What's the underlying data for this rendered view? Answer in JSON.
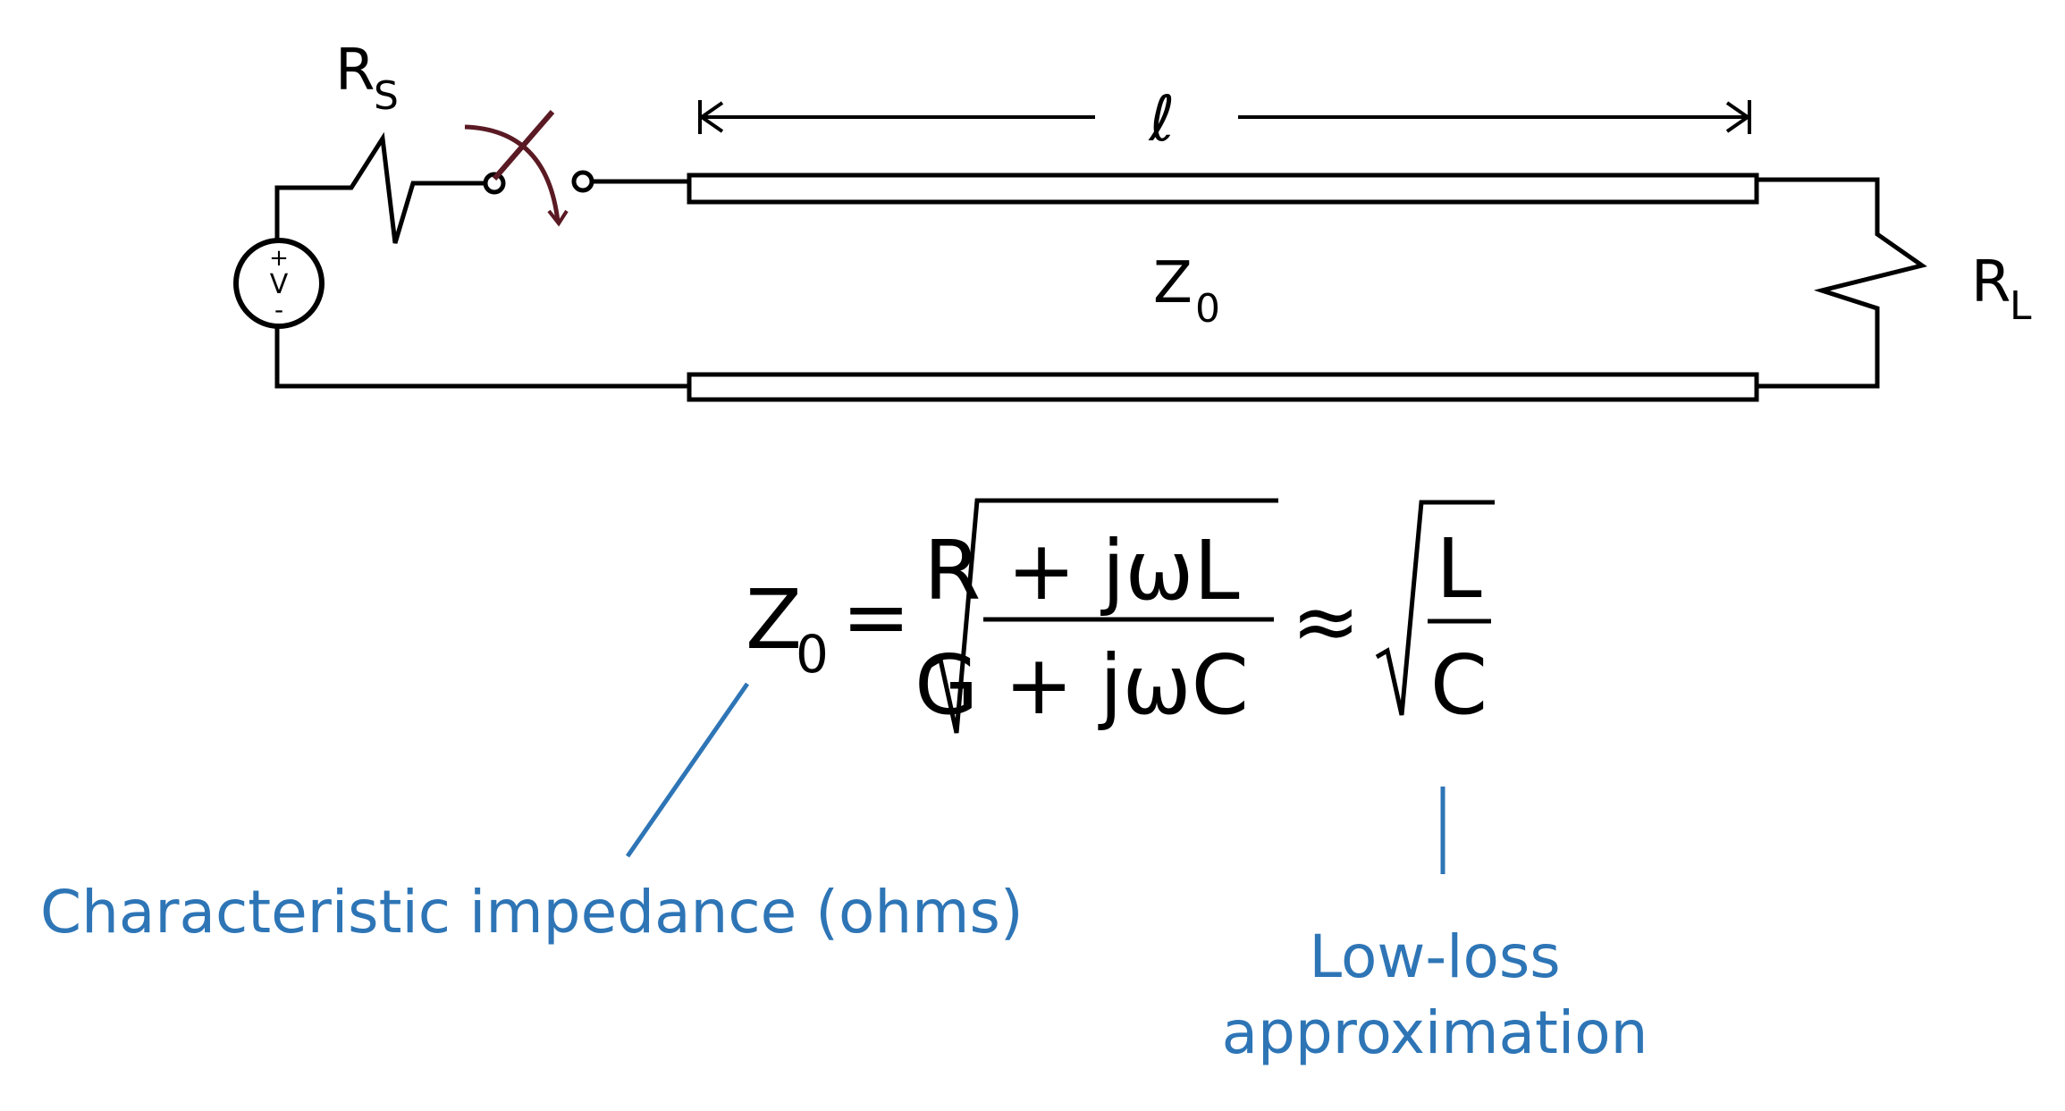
{
  "circuit": {
    "source_resistor": {
      "letter": "R",
      "subscript": "S"
    },
    "load_resistor": {
      "letter": "R",
      "subscript": "L"
    },
    "source_plus": "+",
    "source_label": "V",
    "source_minus": "-",
    "length_symbol": "ℓ",
    "line_impedance": {
      "letter": "Z",
      "subscript": "0"
    }
  },
  "equation": {
    "lhs_letter": "Z",
    "lhs_subscript": "0",
    "equals": "=",
    "numerator": "R + jωL",
    "denominator": "G + jωC",
    "approx": "≈",
    "approx_numerator": "L",
    "approx_denominator": "C"
  },
  "annotations": {
    "characteristic_impedance": "Characteristic impedance (ohms)",
    "low_loss_line1": "Low-loss",
    "low_loss_line2": "approximation"
  },
  "colors": {
    "wire": "#000000",
    "switch": "#5a1a24",
    "annotation": "#2e75b6"
  }
}
